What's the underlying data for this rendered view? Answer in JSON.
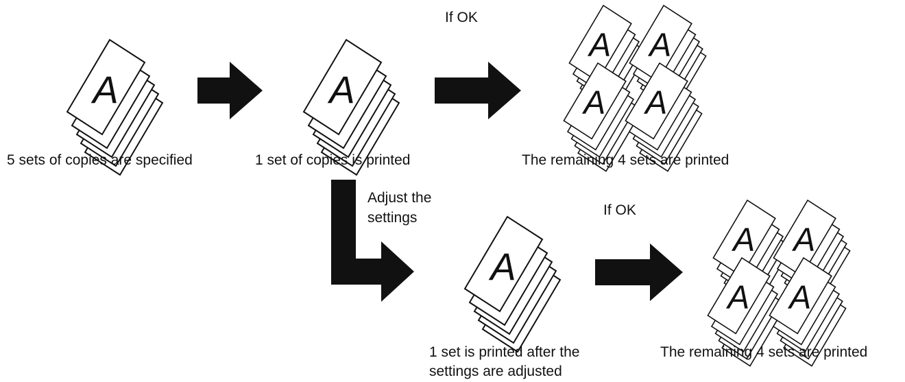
{
  "labels": {
    "specified": "5 sets of copies are specified",
    "printed_one": "1 set of copies is printed",
    "remaining_top": "The remaining 4 sets are printed",
    "if_ok_top": "If OK",
    "adjust_line1": "Adjust the",
    "adjust_line2": "settings",
    "if_ok_bottom": "If OK",
    "adjusted_line1": "1 set is printed after the",
    "adjusted_line2": "settings are adjusted",
    "remaining_bottom": "The remaining 4 sets are printed"
  },
  "page_glyph": "A",
  "colors": {
    "ink": "#111111",
    "paper": "#ffffff"
  }
}
